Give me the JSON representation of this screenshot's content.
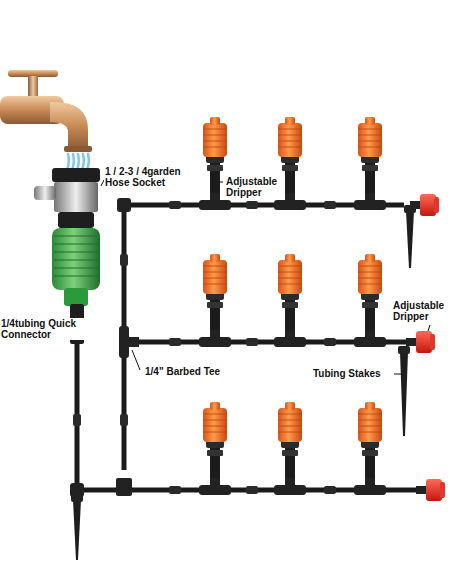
{
  "diagram": {
    "labels": [
      "1 / 2-3 / 4garden Hose Socket",
      "Adjustable Dripper",
      "Adjustable Dripper",
      "1/4tubing Quick Connector",
      "1/4\" Barbed Tee",
      "Tubing Stakes"
    ]
  }
}
